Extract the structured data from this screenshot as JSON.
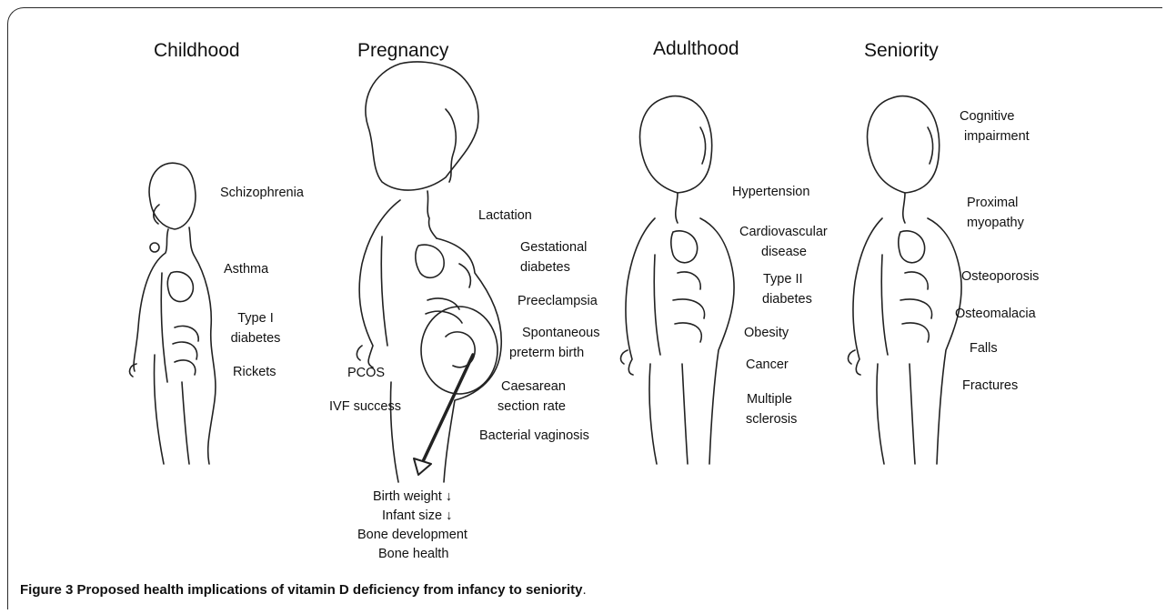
{
  "stages": {
    "childhood": {
      "heading": "Childhood",
      "items": [
        "Schizophrenia",
        "Asthma",
        "Type I",
        "diabetes",
        "Rickets"
      ]
    },
    "pregnancy": {
      "heading": "Pregnancy",
      "left_items": [
        "PCOS",
        "IVF success"
      ],
      "right_items": [
        "Lactation",
        "Gestational",
        "diabetes",
        "Preeclampsia",
        "Spontaneous",
        "preterm birth",
        "Caesarean",
        "section rate",
        "Bacterial vaginosis"
      ],
      "infant_items": [
        "Birth weight",
        "Infant size",
        "Bone development",
        "Bone health"
      ],
      "down_arrow": "↓"
    },
    "adulthood": {
      "heading": "Adulthood",
      "items": [
        "Hypertension",
        "Cardiovascular",
        "disease",
        "Type II",
        "diabetes",
        "Obesity",
        "Cancer",
        "Multiple",
        "sclerosis"
      ]
    },
    "seniority": {
      "heading": "Seniority",
      "items": [
        "Cognitive",
        "impairment",
        "Proximal",
        "myopathy",
        "Osteoporosis",
        "Osteomalacia",
        "Falls",
        "Fractures"
      ]
    }
  },
  "caption": {
    "number": "Figure 3",
    "text": "Proposed health implications of vitamin D deficiency from infancy to seniority",
    "period": "."
  }
}
